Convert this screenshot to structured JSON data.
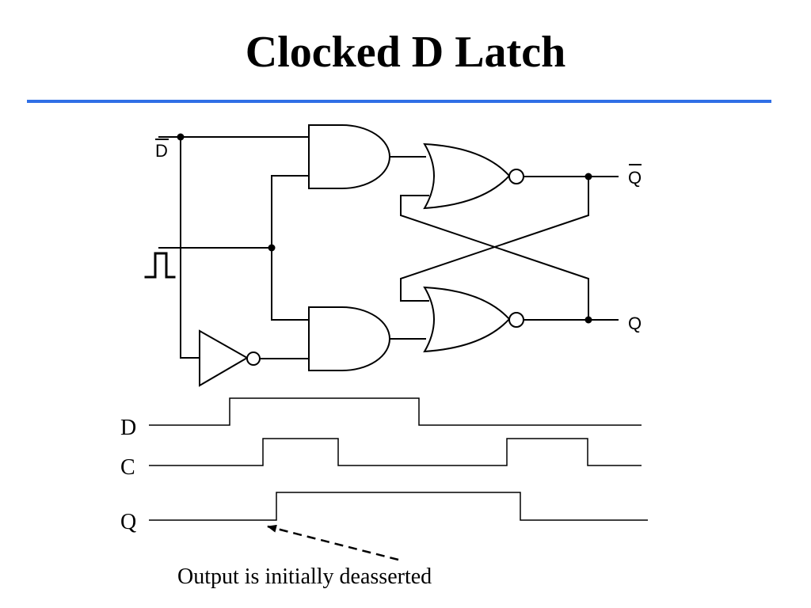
{
  "slide": {
    "title": "Clocked D Latch",
    "accent_color": "#2f6fe6"
  },
  "circuit": {
    "inputs": {
      "d": "D",
      "clock_icon": "clock-pulse-icon"
    },
    "outputs": {
      "q_bar": "Q",
      "q": "Q"
    },
    "gates": [
      "and-gate-top",
      "and-gate-bottom",
      "nor-gate-top",
      "nor-gate-bottom",
      "inverter"
    ]
  },
  "timing": {
    "signals": [
      {
        "name": "D",
        "levels": [
          0,
          1,
          1,
          1,
          0,
          0,
          0
        ]
      },
      {
        "name": "C",
        "levels": [
          0,
          1,
          0,
          0,
          1,
          0,
          0
        ]
      },
      {
        "name": "Q",
        "levels": [
          0,
          1,
          1,
          1,
          0,
          0,
          0
        ]
      }
    ],
    "annotation": "Output is initially deasserted"
  }
}
